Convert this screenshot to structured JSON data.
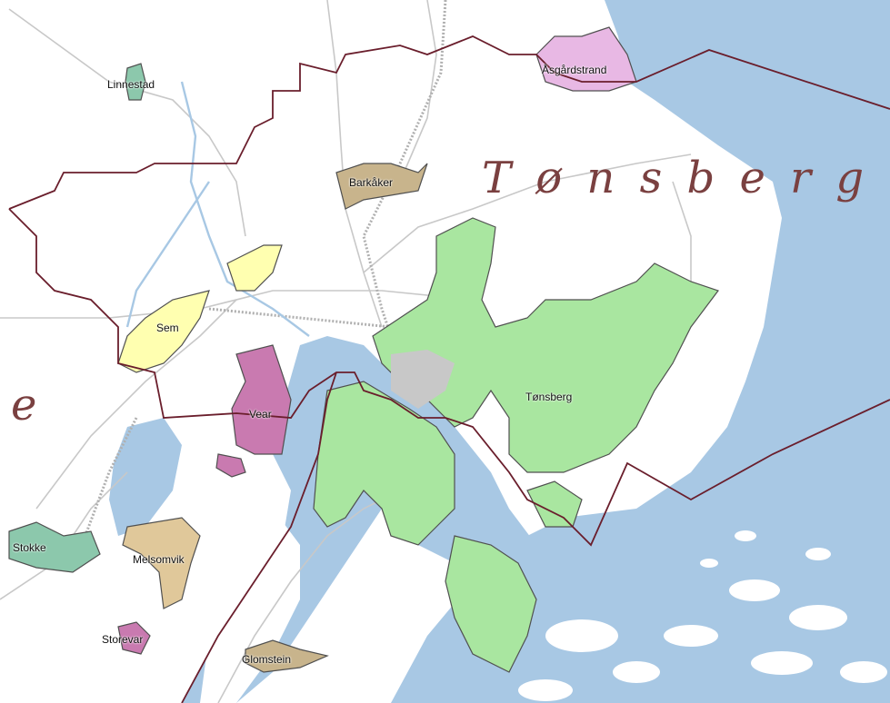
{
  "map": {
    "region_label": "Tønsberg",
    "region_label_spaced": "T ø n s b e r g",
    "partial_region_label": "e",
    "places": {
      "linnestad": "Linnestad",
      "asgardstrand": "Åsgårdstrand",
      "barkaker": "Barkåker",
      "sem": "Sem",
      "vear": "Vear",
      "tonsberg": "Tønsberg",
      "stokke": "Stokke",
      "melsomvik": "Melsomvik",
      "storevar": "Storevar",
      "glomstein": "Glomstein"
    },
    "colors": {
      "sea": "#a8c8e4",
      "land": "#ffffff",
      "tonsberg_urban": "#a9e6a0",
      "vear_urban": "#c97ab0",
      "asgardstrand_urban": "#e8b8e4",
      "sem_urban": "#ffffb0",
      "barkaker_urban": "#c8b48c",
      "melsomvik_urban": "#e0c89a",
      "stokke_urban": "#8cc8ac",
      "core": "#c8c8c8",
      "border": "#6a1e2c",
      "road": "#c8c8c8",
      "river": "#a8c8e4"
    }
  }
}
